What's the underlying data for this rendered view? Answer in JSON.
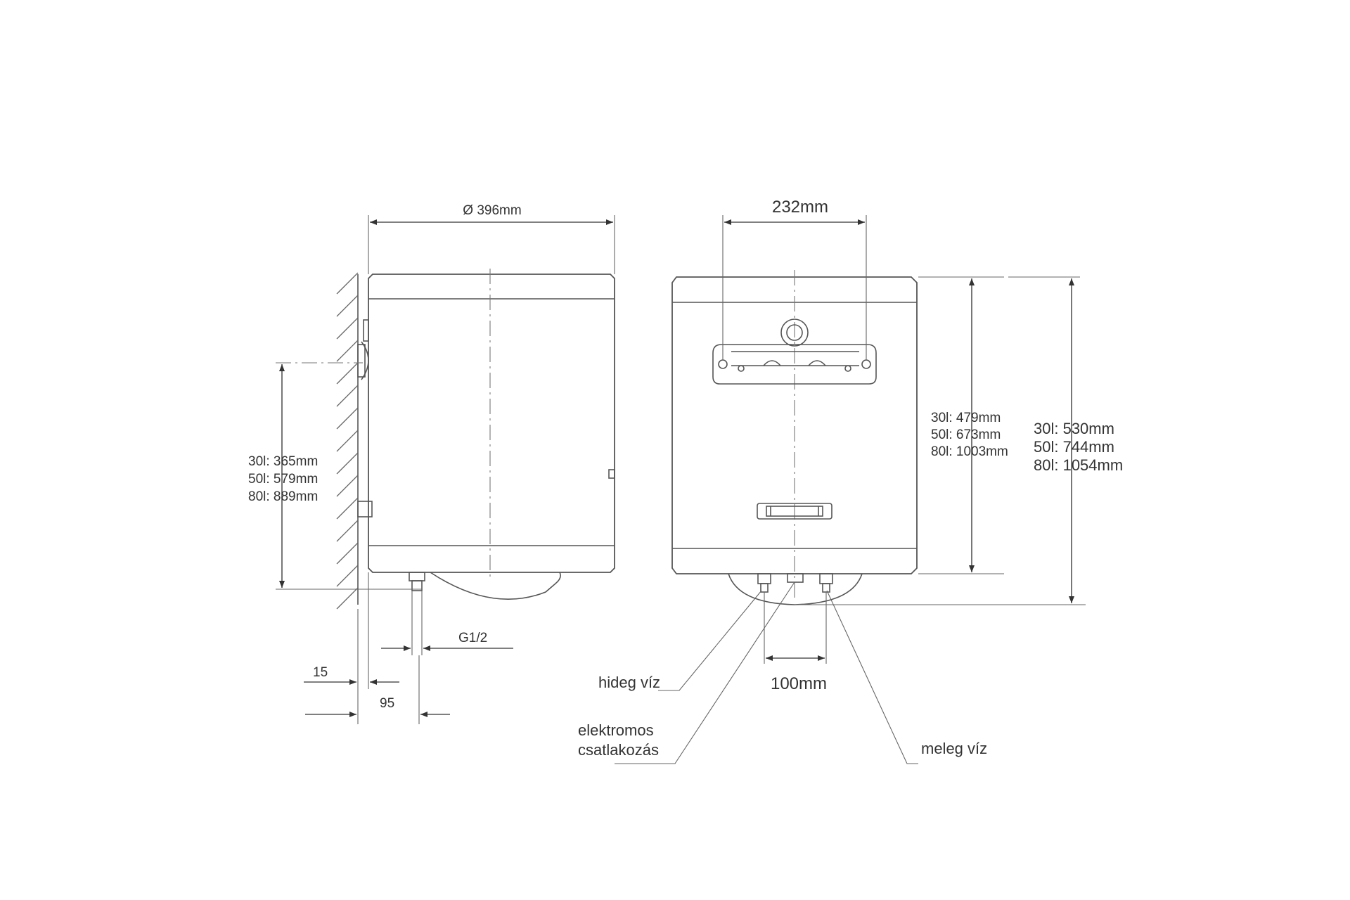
{
  "side_view": {
    "diameter_label": "Ø 396mm",
    "height_lines": [
      "30l: 365mm",
      "50l: 579mm",
      "80l: 889mm"
    ],
    "thread_label": "G1/2",
    "offset_15_label": "15",
    "offset_95_label": "95"
  },
  "front_view": {
    "bracket_width_label": "232mm",
    "inner_height_lines": [
      "30l: 479mm",
      "50l: 673mm",
      "80l: 1003mm"
    ],
    "total_height_lines": [
      "30l: 530mm",
      "50l: 744mm",
      "80l: 1054mm"
    ],
    "pipe_spacing_label": "100mm",
    "cold_water_label": "hideg víz",
    "electrical_label_line1": "elektromos",
    "electrical_label_line2": "csatlakozás",
    "hot_water_label": "meleg víz"
  },
  "colors": {
    "line": "#555555",
    "text": "#333333",
    "background": "#ffffff"
  }
}
